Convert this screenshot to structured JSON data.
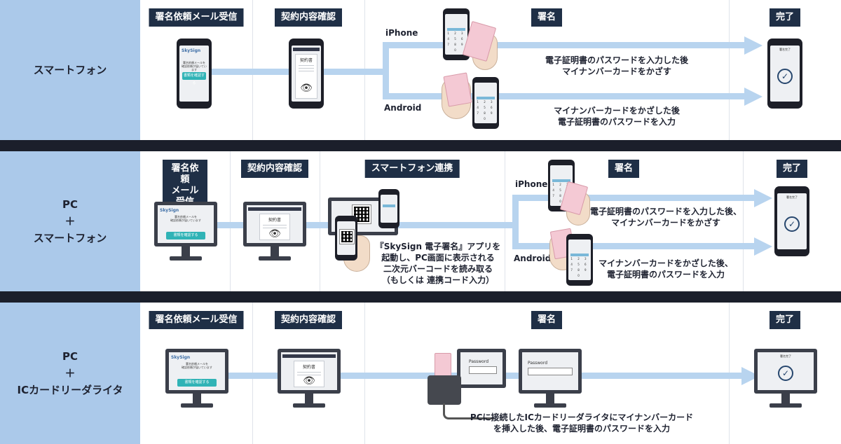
{
  "rows": [
    {
      "title": "スマートフォン",
      "steps": {
        "receive": "署名依頼メール受信",
        "confirm": "契約内容確認",
        "sign": "署名",
        "done": "完了"
      },
      "os_iphone": "iPhone",
      "os_android": "Android",
      "note_iphone": "電子証明書のパスワードを入力した後\nマイナンバーカードをかざす",
      "note_android": "マイナンバーカードをかざした後\n電子証明書のパスワードを入力"
    },
    {
      "title": "PC\n＋\nスマートフォン",
      "steps": {
        "receive": "署名依頼\nメール受信",
        "confirm": "契約内容確認",
        "link": "スマートフォン連携",
        "sign": "署名",
        "done": "完了"
      },
      "link_note": "『SkySign 電子署名』アプリを\n起動し、PC画面に表示される\n二次元バーコードを読み取る\n（もしくは 連携コード入力）",
      "os_iphone": "iPhone",
      "os_android": "Android",
      "note_iphone": "電子証明書のパスワードを入力した後、\nマイナンバーカードをかざす",
      "note_android": "マイナンバーカードをかざした後、\n電子証明書のパスワードを入力"
    },
    {
      "title": "PC\n＋\nICカードリーダライタ",
      "steps": {
        "receive": "署名依頼メール受信",
        "confirm": "契約内容確認",
        "sign": "署名",
        "done": "完了"
      },
      "note": "PCに接続したICカードリーダライタにマイナンバーカード\nを挿入した後、電子証明書のパスワードを入力"
    }
  ],
  "screens": {
    "brand": "SkySign",
    "mail_text": "署名依頼メールを\n確認依頼が届いています",
    "confirm_button": "書類を確認する",
    "doc_heading": "契約書",
    "password_label": "Password",
    "done_label": "署名完了",
    "keypad": "1 2 3\n4 5 6\n7 8 9\n0"
  }
}
